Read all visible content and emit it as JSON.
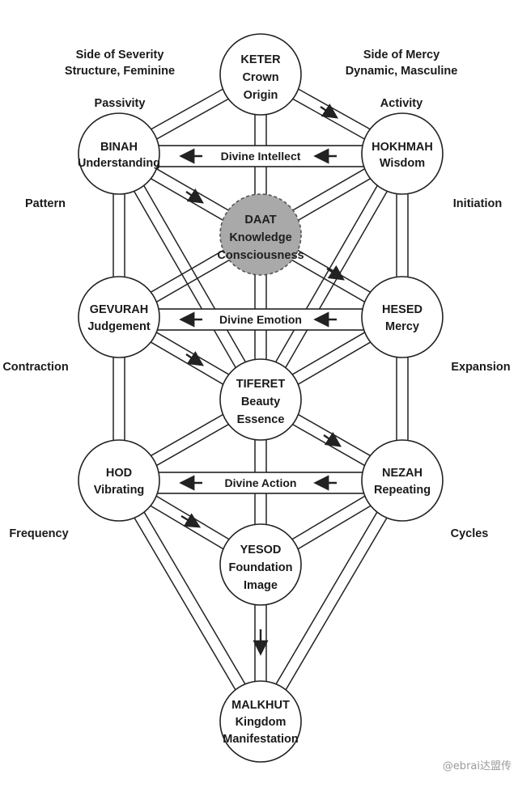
{
  "side_labels": {
    "severity_line1": "Side of Severity",
    "severity_line2": "Structure, Feminine",
    "mercy_line1": "Side of Mercy",
    "mercy_line2": "Dynamic, Masculine",
    "passivity": "Passivity",
    "activity": "Activity",
    "pattern": "Pattern",
    "initiation": "Initiation",
    "contraction": "Contraction",
    "expansion": "Expansion",
    "frequency": "Frequency",
    "cycles": "Cycles"
  },
  "sefirot": {
    "keter": [
      "KETER",
      "Crown",
      "Origin"
    ],
    "binah": [
      "BINAH",
      "Understanding"
    ],
    "hokhmah": [
      "HOKHMAH",
      "Wisdom"
    ],
    "daat": [
      "DAAT",
      "Knowledge",
      "Consciousness"
    ],
    "gevurah": [
      "GEVURAH",
      "Judgement"
    ],
    "hesed": [
      "HESED",
      "Mercy"
    ],
    "tiferet": [
      "TIFERET",
      "Beauty",
      "Essence"
    ],
    "hod": [
      "HOD",
      "Vibrating"
    ],
    "nezah": [
      "NEZAH",
      "Repeating"
    ],
    "yesod": [
      "YESOD",
      "Foundation",
      "Image"
    ],
    "malkhut": [
      "MALKHUT",
      "Kingdom",
      "Manifestation"
    ]
  },
  "bars": {
    "intellect": "Divine Intellect",
    "emotion": "Divine Emotion",
    "action": "Divine Action"
  },
  "colors": {
    "stroke": "#222222",
    "daat_fill": "#a9a9a9",
    "node_fill": "#ffffff"
  },
  "watermark": "@ebrai达盟传"
}
